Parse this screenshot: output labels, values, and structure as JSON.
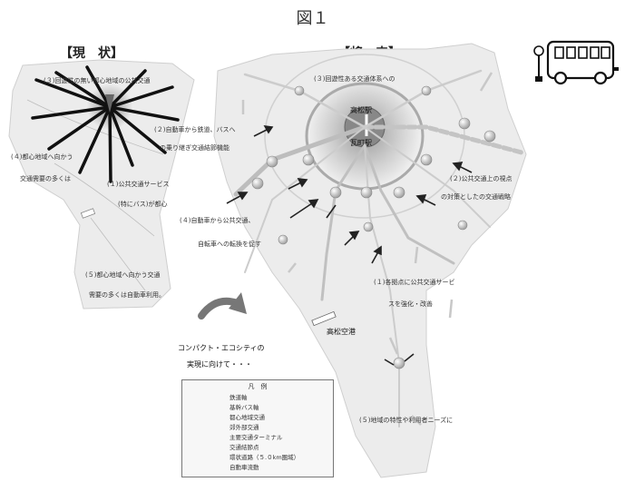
{
  "figure_title": "図１",
  "current": {
    "title": "【現　状】",
    "labels": {
      "l3": "(３)回遊性の無い都心地域の公共交通",
      "l2a": "(２)自動車から鉄道、バスへ",
      "l2b": "の乗り継ぎ交通結節機能",
      "l4a": "(４)都心地域へ向かう",
      "l4b": "交通需要の多くは",
      "l1a": "(１)公共交通サービス",
      "l1b": "(特にバス)が都心",
      "l5a": "(５)都心地域へ向かう交通",
      "l5b": "需要の多くは自動車利用。"
    }
  },
  "future": {
    "title": "【将　来】",
    "labels": {
      "l3": "(３)回遊性ある交通体系への",
      "station1": "高松駅",
      "station2": "瓦町駅",
      "l2a": "(２)公共交通上の視点",
      "l2b": "の対策としたの交通戦略",
      "l4a": "(４)自動車から公共交通、",
      "l4b": "自転車への転換を促す",
      "l1a": "(１)各拠点に公共交通サービ",
      "l1b": "スを強化・改善",
      "airport": "高松空港",
      "l5": "(５)地域の特性や利用者ニーズに"
    }
  },
  "caption": {
    "line1": "コンパクト・エコシティの",
    "line2": "実現に向けて・・・"
  },
  "legend": {
    "heading": "凡　例",
    "items": [
      {
        "label": "鉄道軸",
        "symbol": "rail-arrow",
        "color": "#bbbbbb"
      },
      {
        "label": "基幹バス軸",
        "symbol": "bus-arrow",
        "color": "#cfcfcf"
      },
      {
        "label": "都心地域交通",
        "symbol": "urban-arrow",
        "color": "#9a9a9a"
      },
      {
        "label": "郊外部交通",
        "symbol": "suburban-arrow",
        "color": "#cccccc"
      },
      {
        "label": "主要交通ターミナル",
        "symbol": "terminal-circle",
        "color": "#777777"
      },
      {
        "label": "交通結節点",
        "symbol": "node-circle",
        "color": "#cfcfcf"
      },
      {
        "label": "環状道路（５.０km圏域）",
        "symbol": "ring-road-line",
        "color": "#bbbbbb"
      },
      {
        "label": "自動車流動",
        "symbol": "car-flow-arrow",
        "color": "#222222"
      }
    ]
  }
}
